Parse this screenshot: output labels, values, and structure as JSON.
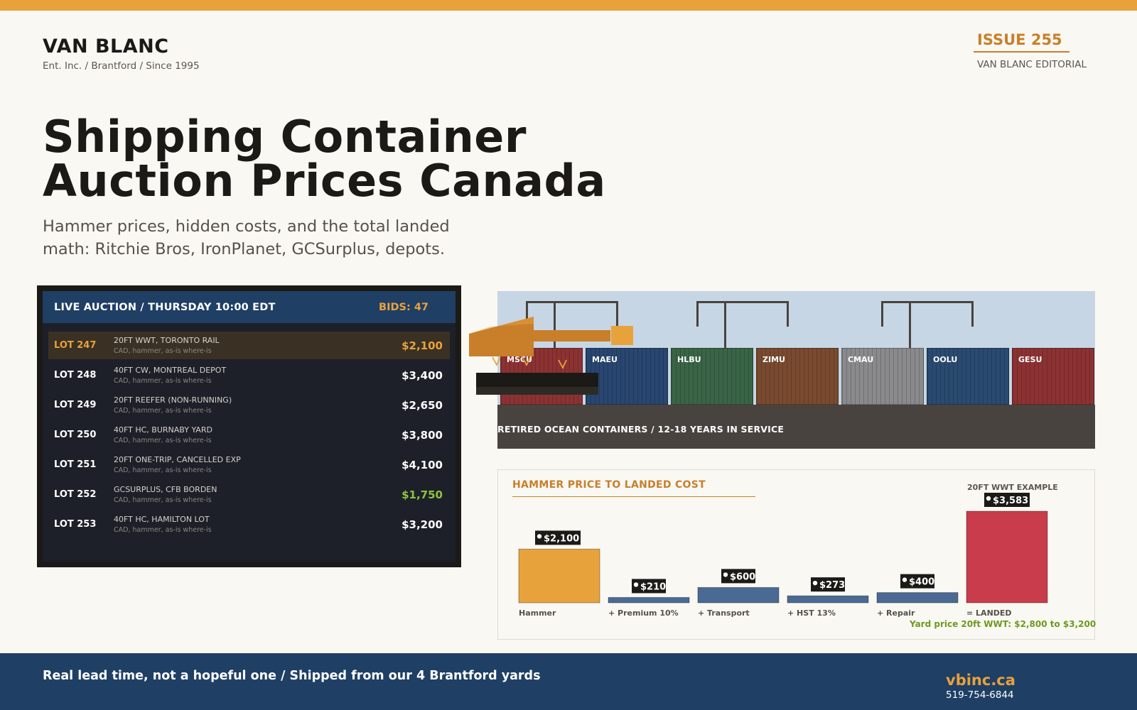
{
  "brand": {
    "name": "VAN BLANC",
    "tagline": "Ent. Inc. / Brantford / Since 1995"
  },
  "issue": {
    "number": "ISSUE 255",
    "label": "VAN BLANC EDITORIAL"
  },
  "headline": {
    "line1": "Shipping Container",
    "line2": "Auction Prices Canada"
  },
  "subhead": {
    "line1": "Hammer prices, hidden costs, and the total landed",
    "line2": "math: Ritchie Bros, IronPlanet, GCSurplus, depots."
  },
  "board": {
    "title": "LIVE AUCTION  /  THURSDAY 10:00 EDT",
    "bids": "BIDS: 47",
    "lots": [
      {
        "lot": "LOT 247",
        "desc": "20FT WWT, TORONTO RAIL",
        "sub": "CAD, hammer, as-is where-is",
        "price": "$2,100"
      },
      {
        "lot": "LOT 248",
        "desc": "40FT CW, MONTREAL DEPOT",
        "sub": "CAD, hammer, as-is where-is",
        "price": "$3,400"
      },
      {
        "lot": "LOT 249",
        "desc": "20FT REEFER (NON-RUNNING)",
        "sub": "CAD, hammer, as-is where-is",
        "price": "$2,650"
      },
      {
        "lot": "LOT 250",
        "desc": "40FT HC, BURNABY YARD",
        "sub": "CAD, hammer, as-is where-is",
        "price": "$3,800"
      },
      {
        "lot": "LOT 251",
        "desc": "20FT ONE-TRIP, CANCELLED EXP",
        "sub": "CAD, hammer, as-is where-is",
        "price": "$4,100"
      },
      {
        "lot": "LOT 252",
        "desc": "GCSURPLUS, CFB BORDEN",
        "sub": "CAD, hammer, as-is where-is",
        "price": "$1,750"
      },
      {
        "lot": "LOT 253",
        "desc": "40FT HC, HAMILTON LOT",
        "sub": "CAD, hammer, as-is where-is",
        "price": "$3,200"
      }
    ]
  },
  "scene": {
    "caption": "RETIRED OCEAN CONTAINERS / 12-18 YEARS IN SERVICE",
    "containers": [
      {
        "label": "MSCU",
        "color": "#8c3233"
      },
      {
        "label": "MAEU",
        "color": "#284670"
      },
      {
        "label": "HLBU",
        "color": "#3a6446"
      },
      {
        "label": "ZIMU",
        "color": "#7a4a30"
      },
      {
        "label": "CMAU",
        "color": "#8a8a8c"
      },
      {
        "label": "OOLU",
        "color": "#2a4a70"
      },
      {
        "label": "GESU",
        "color": "#8c3233"
      }
    ]
  },
  "chart": {
    "title": "HAMMER PRICE  TO  LANDED COST",
    "example": "20FT WWT EXAMPLE",
    "yard_note": "Yard price 20ft WWT: $2,800 to $3,200"
  },
  "chart_data": {
    "type": "bar",
    "title": "HAMMER PRICE  TO  LANDED COST",
    "categories": [
      "Hammer",
      "+ Premium 10%",
      "+ Transport",
      "+ HST 13%",
      "+ Repair",
      "= LANDED"
    ],
    "values": [
      2100,
      210,
      600,
      273,
      400,
      3583
    ],
    "value_labels": [
      "$2,100",
      "$210",
      "$600",
      "$273",
      "$400",
      "$3,583"
    ],
    "colors": [
      "#e8a23c",
      "#4a6a93",
      "#4a6a93",
      "#4a6a93",
      "#4a6a93",
      "#c93c4b"
    ],
    "ylim": [
      0,
      3583
    ],
    "grid": false
  },
  "footer": {
    "text": "Real lead time, not a hopeful one  /  Shipped from our 4 Brantford yards",
    "site": "vbinc.ca",
    "phone": "519-754-6844"
  }
}
